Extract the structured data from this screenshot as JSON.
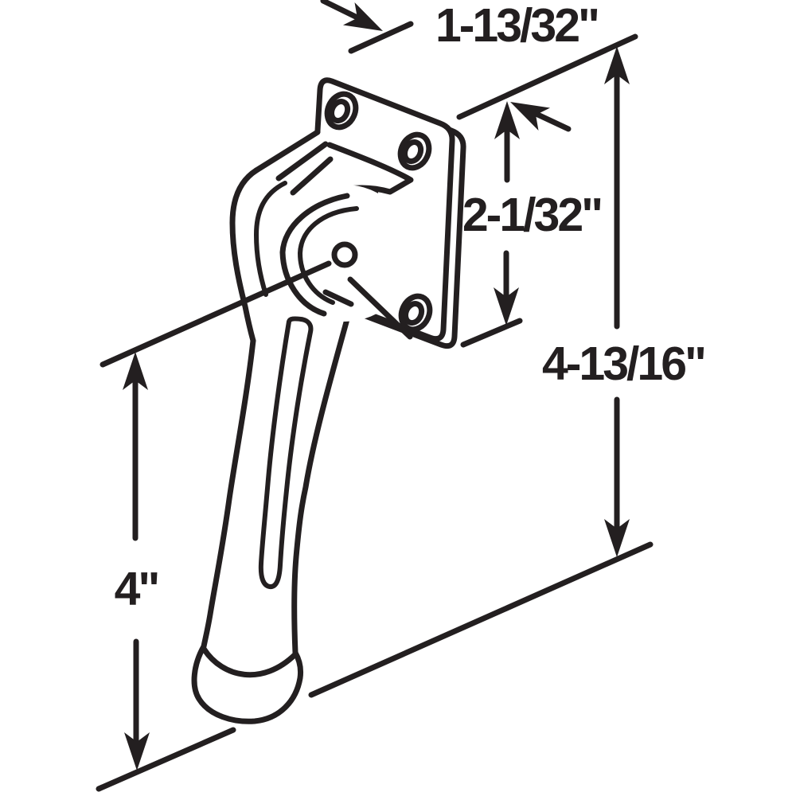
{
  "drawing": {
    "title": "door handle with mounting plate - dimension diagram",
    "colors": {
      "ink": "#231f20",
      "background": "#ffffff"
    },
    "dimensions": {
      "plate_width": {
        "label": "1-13/32\""
      },
      "plate_height": {
        "label": "2-1/32\""
      },
      "overall_height": {
        "label": "4-13/16\""
      },
      "handle_length": {
        "label": "4\""
      }
    },
    "features": {
      "screw_holes_visible": 3,
      "pivot_hole": 1
    }
  }
}
